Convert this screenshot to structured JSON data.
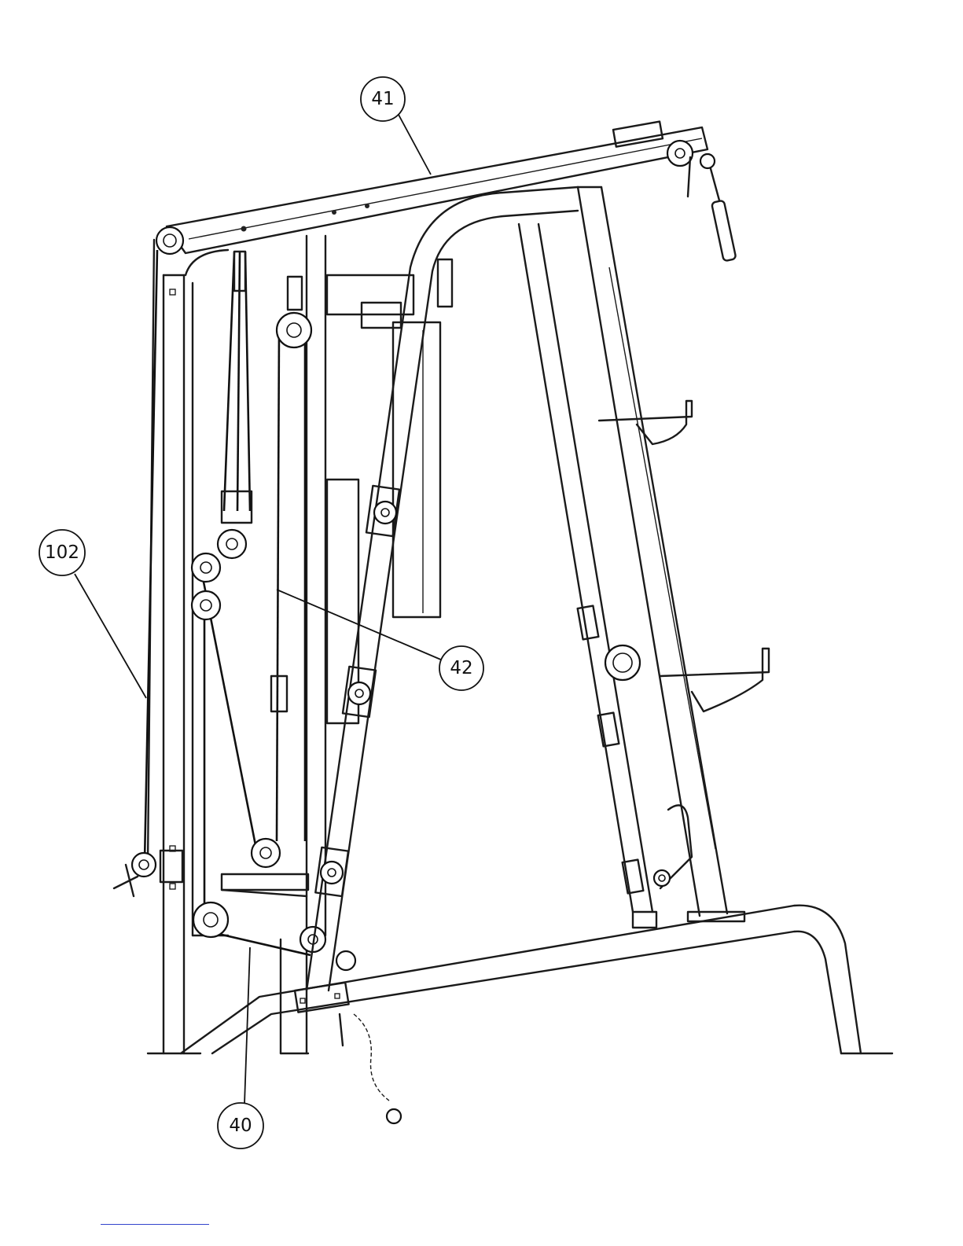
{
  "diagram": {
    "callouts": [
      {
        "id": "41",
        "label": "41"
      },
      {
        "id": "102",
        "label": "102"
      },
      {
        "id": "42",
        "label": "42"
      },
      {
        "id": "40",
        "label": "40"
      }
    ]
  },
  "colors": {
    "line": "#1a1a1a",
    "footer_rule": "#3344cc"
  }
}
